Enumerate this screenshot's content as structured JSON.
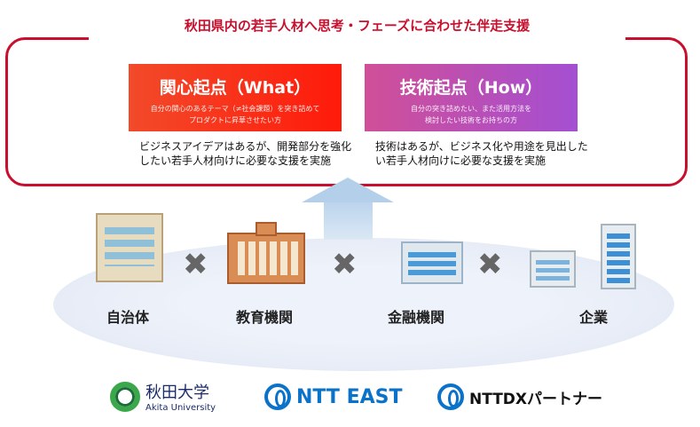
{
  "title": "秋田県内の若手人材へ思考・フェーズに合わせた伴走支援",
  "cards": [
    {
      "heading": "関心起点（What）",
      "sub1": "自分の関心のあるテーマ（≠社会課題）を突き詰めて",
      "sub2": "プロダクトに昇華させたい方",
      "desc1": "ビジネスアイデアはあるが、開発部分を強化",
      "desc2": "したい若手人材向けに必要な支援を実施",
      "color": "#f5341c"
    },
    {
      "heading": "技術起点（How）",
      "sub1": "自分の突き詰めたい、また活用方法を",
      "sub2": "検討したい技術をお持ちの方",
      "desc1": "技術はあるが、ビジネス化や用途を見出した",
      "desc2": "い若手人材向けに必要な支援を実施",
      "color": "#b84fc0"
    }
  ],
  "stakeholders": [
    "自治体",
    "教育機関",
    "金融機関",
    "企業"
  ],
  "cross": "✖",
  "logos": {
    "akita_jp": "秋田大学",
    "akita_en": "Akita University",
    "ntt_east": "NTT EAST",
    "ntt_dx": "NTTDXパートナー"
  }
}
